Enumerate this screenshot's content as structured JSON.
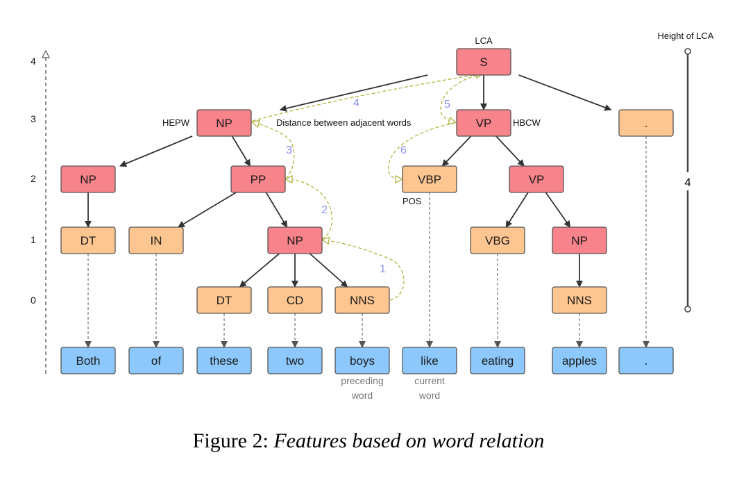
{
  "levels": [
    "4",
    "3",
    "2",
    "1",
    "0"
  ],
  "nodes": [
    {
      "id": "S",
      "label": "S",
      "kind": "phrase"
    },
    {
      "id": "NP3",
      "label": "NP",
      "kind": "phrase"
    },
    {
      "id": "VP3",
      "label": "VP",
      "kind": "phrase"
    },
    {
      "id": "DOT3",
      "label": ".",
      "kind": "tag"
    },
    {
      "id": "NP2a",
      "label": "NP",
      "kind": "phrase"
    },
    {
      "id": "PP2",
      "label": "PP",
      "kind": "phrase"
    },
    {
      "id": "VBP2",
      "label": "VBP",
      "kind": "tag"
    },
    {
      "id": "VP2",
      "label": "VP",
      "kind": "phrase"
    },
    {
      "id": "DT1",
      "label": "DT",
      "kind": "tag"
    },
    {
      "id": "IN1",
      "label": "IN",
      "kind": "tag"
    },
    {
      "id": "NP1",
      "label": "NP",
      "kind": "phrase"
    },
    {
      "id": "VBG1",
      "label": "VBG",
      "kind": "tag"
    },
    {
      "id": "NP1b",
      "label": "NP",
      "kind": "phrase"
    },
    {
      "id": "DT0",
      "label": "DT",
      "kind": "tag"
    },
    {
      "id": "CD0",
      "label": "CD",
      "kind": "tag"
    },
    {
      "id": "NNS0",
      "label": "NNS",
      "kind": "tag"
    },
    {
      "id": "NNS0b",
      "label": "NNS",
      "kind": "tag"
    }
  ],
  "words": [
    {
      "id": "w-both",
      "label": "Both"
    },
    {
      "id": "w-of",
      "label": "of"
    },
    {
      "id": "w-these",
      "label": "these"
    },
    {
      "id": "w-two",
      "label": "two"
    },
    {
      "id": "w-boys",
      "label": "boys"
    },
    {
      "id": "w-like",
      "label": "like"
    },
    {
      "id": "w-eating",
      "label": "eating"
    },
    {
      "id": "w-apples",
      "label": "apples"
    },
    {
      "id": "w-dot",
      "label": "."
    }
  ],
  "edges": [
    [
      "S",
      "NP3"
    ],
    [
      "S",
      "VP3"
    ],
    [
      "S",
      "DOT3"
    ],
    [
      "NP3",
      "NP2a"
    ],
    [
      "NP3",
      "PP2"
    ],
    [
      "VP3",
      "VBP2"
    ],
    [
      "VP3",
      "VP2"
    ],
    [
      "NP2a",
      "DT1"
    ],
    [
      "PP2",
      "IN1"
    ],
    [
      "PP2",
      "NP1"
    ],
    [
      "VP2",
      "VBG1"
    ],
    [
      "VP2",
      "NP1b"
    ],
    [
      "NP1",
      "DT0"
    ],
    [
      "NP1",
      "CD0"
    ],
    [
      "NP1",
      "NNS0"
    ],
    [
      "NP1b",
      "NNS0b"
    ]
  ],
  "word_links": [
    [
      "DT1",
      "w-both"
    ],
    [
      "IN1",
      "w-of"
    ],
    [
      "DT0",
      "w-these"
    ],
    [
      "CD0",
      "w-two"
    ],
    [
      "NNS0",
      "w-boys"
    ],
    [
      "VBP2",
      "w-like"
    ],
    [
      "VBG1",
      "w-eating"
    ],
    [
      "NNS0b",
      "w-apples"
    ],
    [
      "DOT3",
      "w-dot"
    ]
  ],
  "path_steps": [
    "1",
    "2",
    "3",
    "4",
    "5",
    "6"
  ],
  "labels": {
    "lca": "LCA",
    "hepw": "HEPW",
    "hbcw": "HBCW",
    "pos": "POS",
    "distance": "Distance between adjacent words",
    "height_title": "Height of LCA",
    "height_value": "4",
    "preceding_line1": "preceding",
    "preceding_line2": "word",
    "current_line1": "current",
    "current_line2": "word"
  },
  "colors": {
    "phrase_fill": "#f7838b",
    "tag_fill": "#fdc590",
    "word_fill": "#8cc8fb",
    "path_color": "#b5b340",
    "step_color": "#8a8ff0"
  },
  "caption": {
    "prefix": "Figure 2: ",
    "title": "Features based on word relation"
  }
}
